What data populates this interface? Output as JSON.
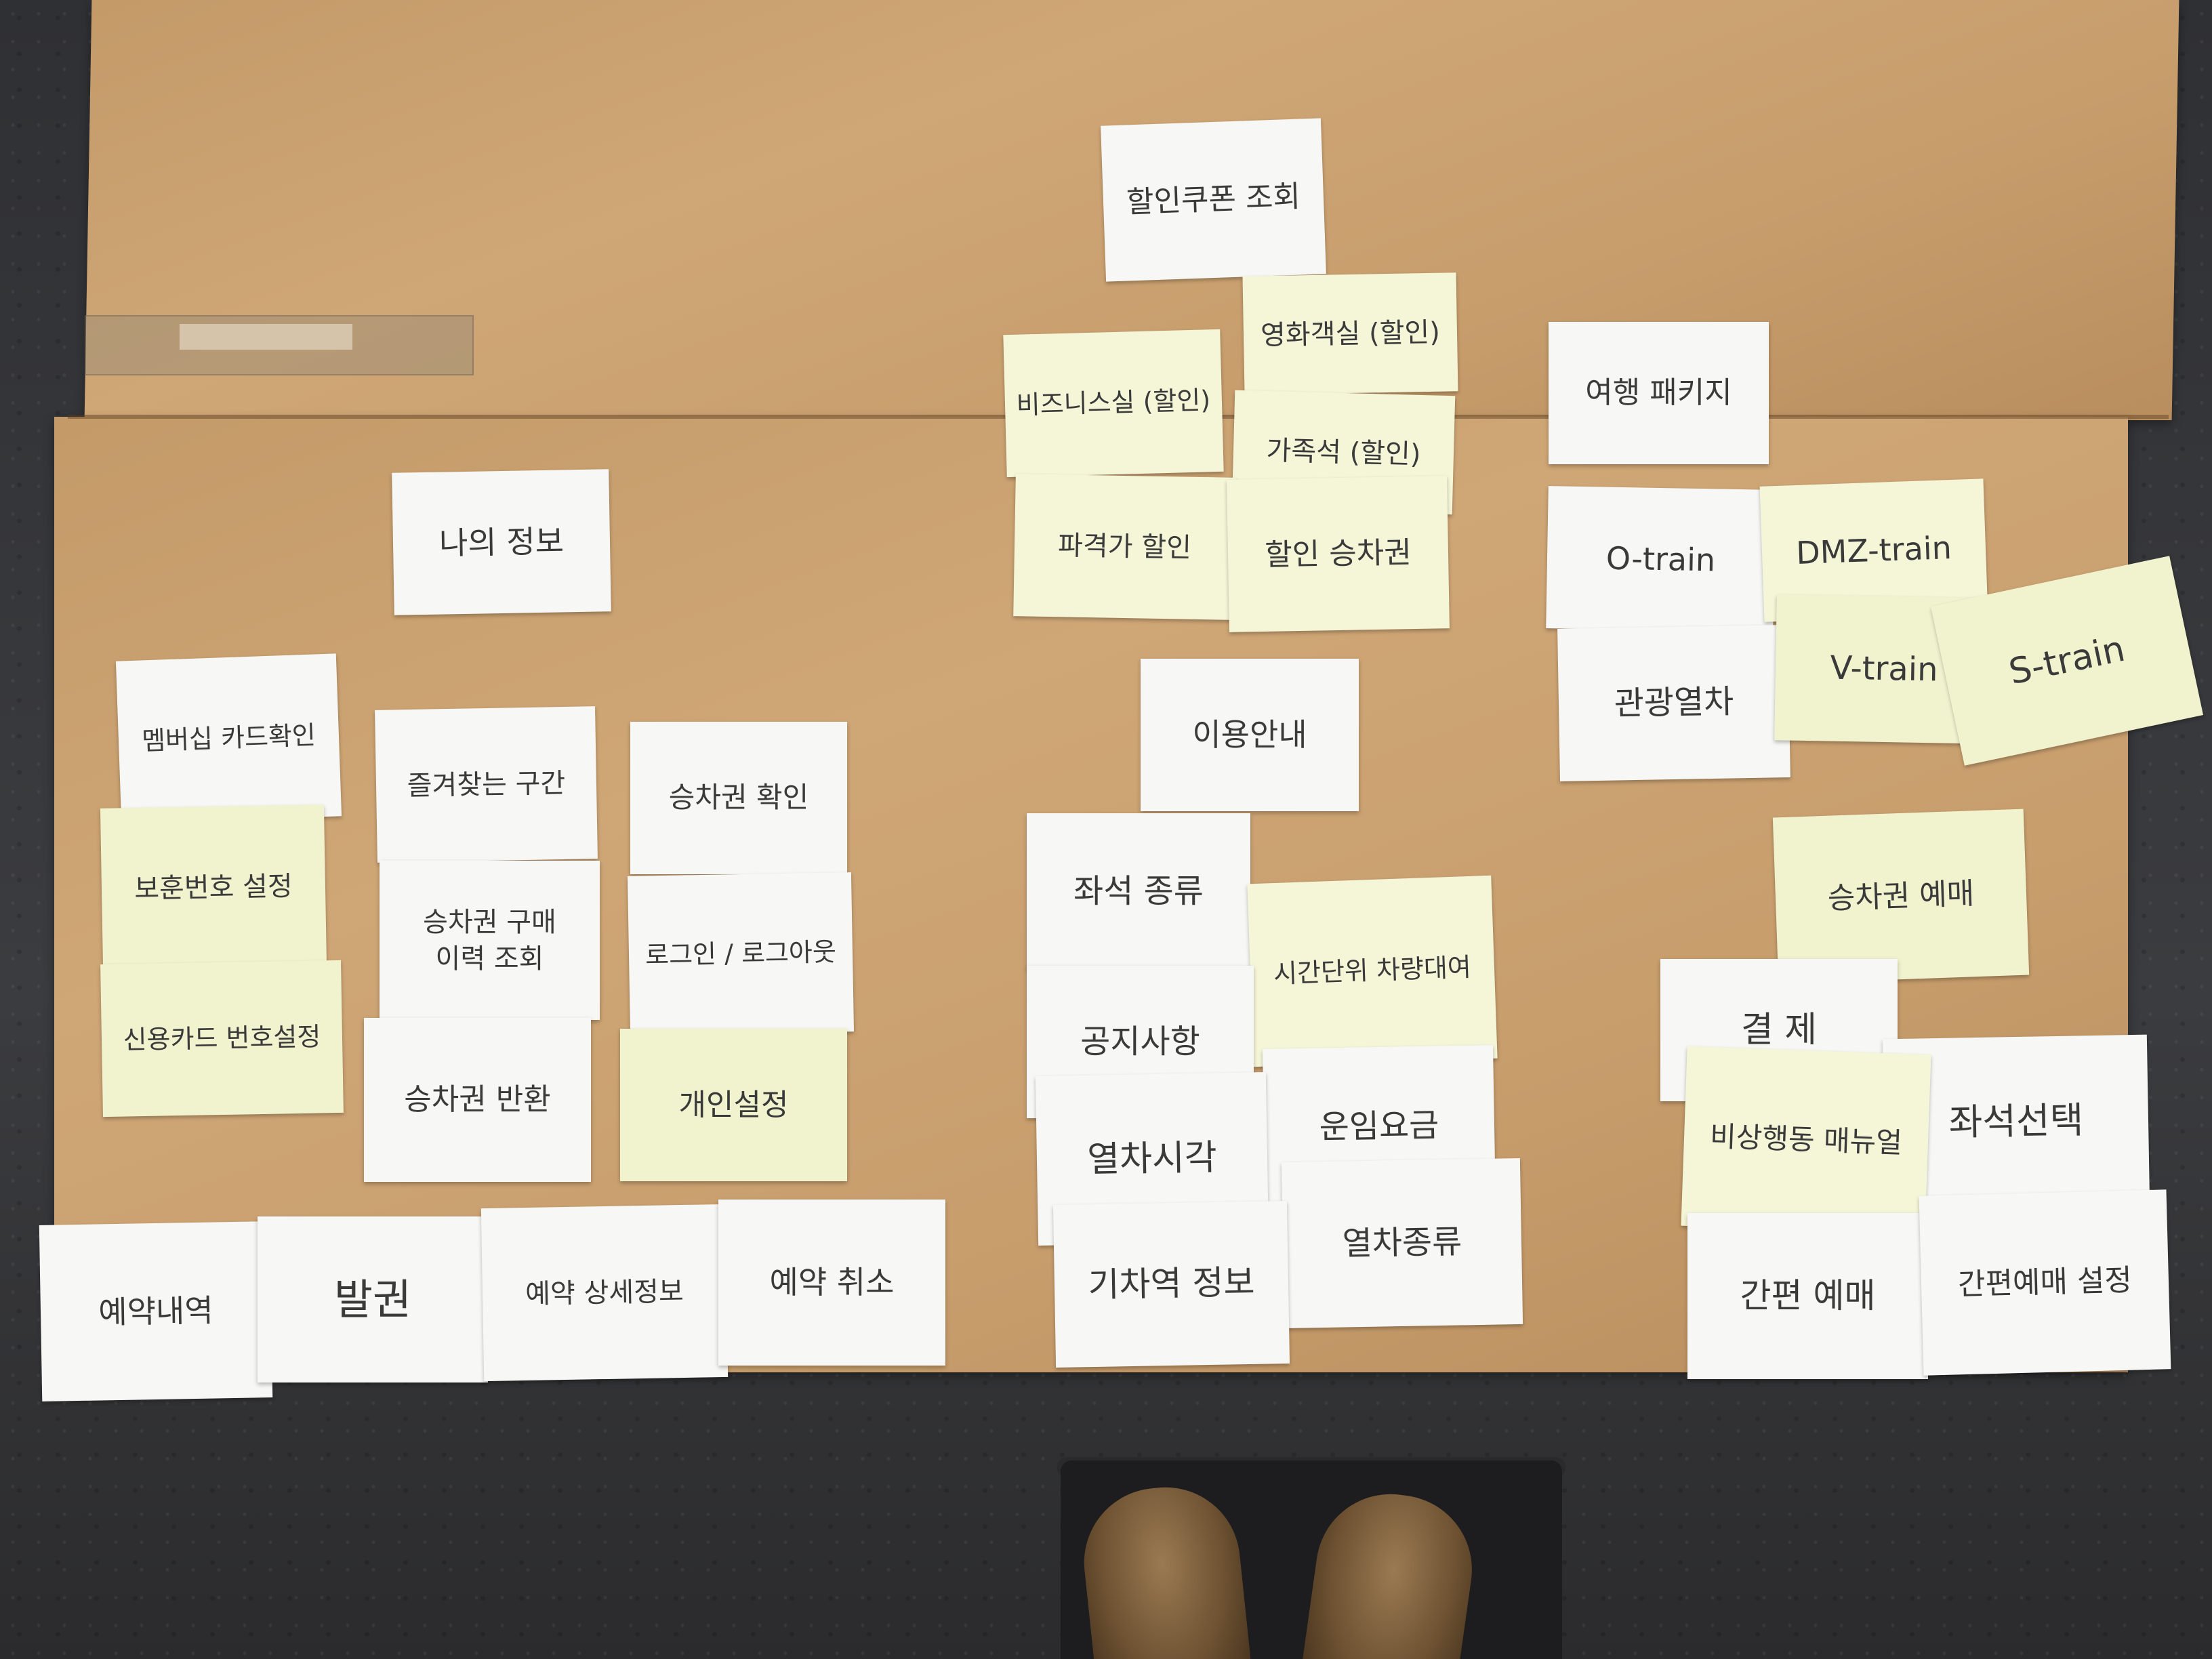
{
  "notes": {
    "discount_coupon": "할인쿠폰 조회",
    "movie_room": "영화객실 (할인)",
    "business_room": "비즈니스실 (할인)",
    "family_seat": "가족석 (할인)",
    "bargain": "파격가 할인",
    "discount_ticket": "할인 승차권",
    "travel_package": "여행 패키지",
    "o_train": "O-train",
    "dmz_train": "DMZ-train",
    "v_train": "V-train",
    "s_train": "S-train",
    "tour_train": "관광열차",
    "my_info": "나의 정보",
    "membership": "멤버십 카드확인",
    "favorite_route": "즐겨찾는 구간",
    "ticket_check": "승차권 확인",
    "security_code": "보훈번호 설정",
    "purchase_history": "승차권 구매\n이력 조회",
    "login_logout": "로그인 / 로그아웃",
    "credit_card": "신용카드 번호설정",
    "ticket_refund": "승차권 반환",
    "personal_settings": "개인설정",
    "usage_guide": "이용안내",
    "seat_types": "좌석 종류",
    "hourly_rental": "시간단위 차량대여",
    "notice": "공지사항",
    "fares": "운임요금",
    "train_times": "열차시각",
    "train_types": "열차종류",
    "station_info": "기차역 정보",
    "ticket_booking": "승차권 예매",
    "payment": "결 제",
    "emergency_manual": "비상행동 매뉴얼",
    "seat_select": "좌석선택",
    "quick_booking": "간편 예매",
    "quick_booking_settings": "간편예매 설정",
    "reservation_list": "예약내역",
    "issue": "발권",
    "reservation_detail": "예약 상세정보",
    "reservation_cancel": "예약 취소"
  }
}
